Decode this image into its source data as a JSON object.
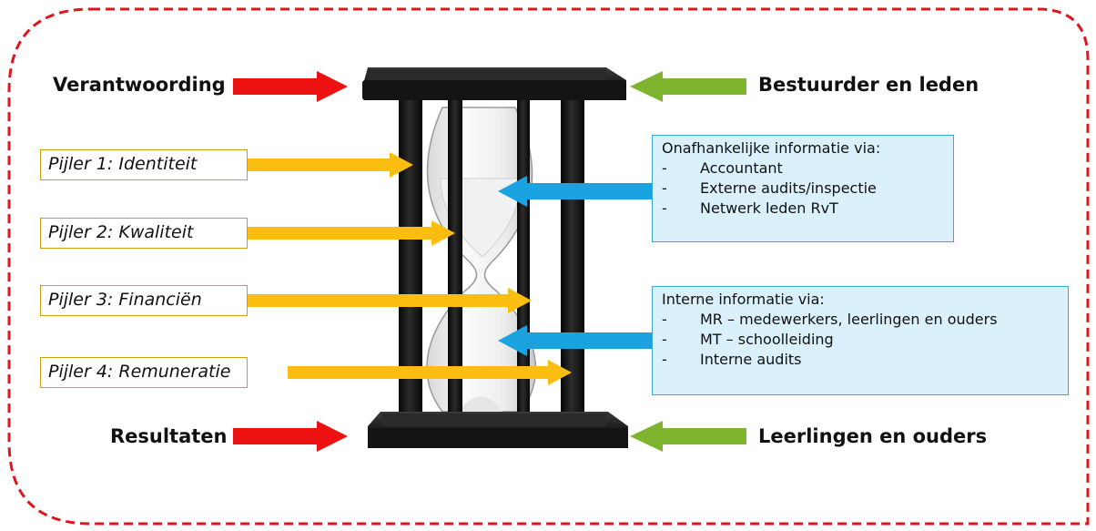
{
  "diagram": {
    "top_left_label": "Verantwoording",
    "bottom_left_label": "Resultaten",
    "top_right_label": "Bestuurder en leden",
    "bottom_right_label": "Leerlingen en ouders",
    "pillars": [
      {
        "label": "Pijler 1: Identiteit"
      },
      {
        "label": "Pijler 2: Kwaliteit"
      },
      {
        "label": "Pijler 3: Financiën"
      },
      {
        "label": "Pijler 4: Remuneratie"
      }
    ],
    "independent_info": {
      "title": "Onafhankelijke informatie via:",
      "items": [
        "Accountant",
        "Externe audits/inspectie",
        "Netwerk leden RvT"
      ]
    },
    "internal_info": {
      "title": "Interne informatie via:",
      "items": [
        "MR – medewerkers, leerlingen en ouders",
        "MT – schoolleiding",
        "Interne audits"
      ]
    },
    "bullet": "-",
    "colors": {
      "frame_border": "#e0141b",
      "red_arrow": "#ee1111",
      "green_arrow": "#7fb52e",
      "yellow_arrow": "#fbbd10",
      "blue_arrow": "#1aa3e0",
      "info_fill": "#daf1fc",
      "info_border": "#3aa8dc",
      "pillar_border": "#d49a12",
      "hourglass_frame": "#1b1b1b"
    }
  }
}
